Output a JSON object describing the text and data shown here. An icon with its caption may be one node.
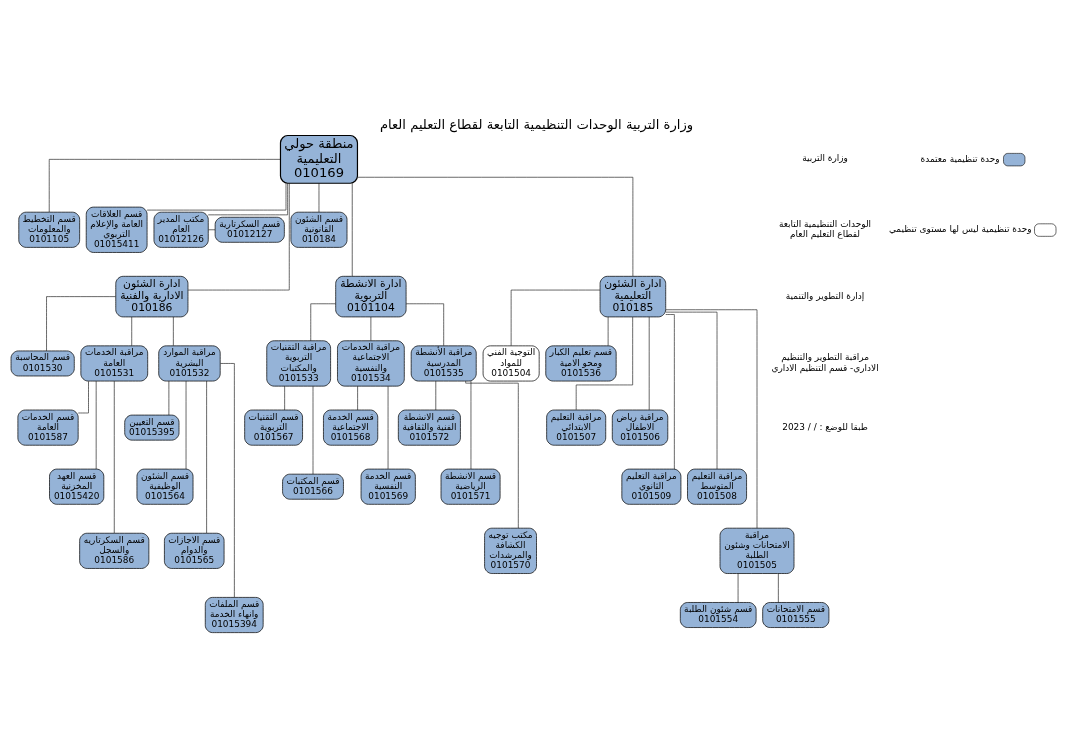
{
  "diagram": {
    "title": "وزارة التربية الوحدات التنظيمية التابعة لقطاع التعليم العام",
    "nodes": [
      {
        "text": [
          "منطقة حولي التعليمية",
          "010169"
        ]
      },
      {
        "text": [
          "قسم التخطيط والمعلومات",
          "0101105"
        ]
      },
      {
        "text": [
          "قسم العلاقات العامة والإعلام التربوي",
          "01015411"
        ]
      },
      {
        "text": [
          "مكتب المدير العام",
          "01012126"
        ]
      },
      {
        "text": [
          "قسم السكرتارية",
          "01012127"
        ]
      },
      {
        "text": [
          "قسم الشئون القانونية",
          "010184"
        ]
      },
      {
        "text": [
          "ادارة الشئون الادارية والفنية",
          "010186"
        ]
      },
      {
        "text": [
          "ادارة الانشطة التربوية",
          "0101104"
        ]
      },
      {
        "text": [
          "ادارة الشئون التعليمية",
          "010185"
        ]
      },
      {
        "text": [
          "قسم المحاسبة",
          "0101530"
        ]
      },
      {
        "text": [
          "مراقبة الخدمات العامة",
          "0101531"
        ]
      },
      {
        "text": [
          "مراقبة الموارد البشرية",
          "0101532"
        ]
      },
      {
        "text": [
          "قسم الخدمات العامة",
          "0101587"
        ]
      },
      {
        "text": [
          "قسم العهد المخزنية",
          "01015420"
        ]
      },
      {
        "text": [
          "قسم السكرتاريه والسجل",
          "0101586"
        ]
      },
      {
        "text": [
          "قسم التعيين",
          "01015395"
        ]
      },
      {
        "text": [
          "قسم الشئون الوظيفية",
          "0101564"
        ]
      },
      {
        "text": [
          "قسم الاجازات والدوام",
          "0101565"
        ]
      },
      {
        "text": [
          "قسم الملفات وانهاء الخدمة",
          "01015394"
        ]
      },
      {
        "text": [
          "مراقبة التقنيات التربوية والمكتبات",
          "0101533"
        ]
      },
      {
        "text": [
          "مراقبة الخدمات الاجتماعية والنفسية",
          "0101534"
        ]
      },
      {
        "text": [
          "مراقبة الأنشطة المدرسية",
          "0101535"
        ]
      },
      {
        "text": [
          "قسم التقنيات التربوية",
          "0101567"
        ]
      },
      {
        "text": [
          "قسم المكتبات",
          "0101566"
        ]
      },
      {
        "text": [
          "قسم الخدمة الاجتماعية",
          "0101568"
        ]
      },
      {
        "text": [
          "قسم الخدمة النفسية",
          "0101569"
        ]
      },
      {
        "text": [
          "قسم الانشطة الفنية والثقافية",
          "0101572"
        ]
      },
      {
        "text": [
          "قسم الانشطة الرياضية",
          "0101571"
        ]
      },
      {
        "text": [
          "مكتب توجيه الكشافة والمرشدات",
          "0101570"
        ]
      },
      {
        "text": [
          "التوجية الفني للمواد",
          "0101504"
        ]
      },
      {
        "text": [
          "قسم تعليم الكبار ومحو الامية",
          "0101536"
        ]
      },
      {
        "text": [
          "مراقبة التعليم الابتدائي",
          "0101507"
        ]
      },
      {
        "text": [
          "مراقبة رياض الاطفال",
          "0101506"
        ]
      },
      {
        "text": [
          "مراقبة التعليم الثانوي",
          "0101509"
        ]
      },
      {
        "text": [
          "مراقبة التعليم المتوسط",
          "0101508"
        ]
      },
      {
        "text": [
          "مراقبة الامتحانات وشئون الطلبة",
          "0101505"
        ]
      },
      {
        "text": [
          "قسم شئون الطلبة",
          "0101554"
        ]
      },
      {
        "text": [
          "قسم الامتحانات",
          "0101555"
        ]
      }
    ],
    "edges": [
      {
        "from": 0,
        "to": 1,
        "arrow": "none"
      },
      {
        "from": 0,
        "to": 2,
        "arrow": "none"
      },
      {
        "from": 0,
        "to": 3,
        "arrow": "none"
      },
      {
        "from": 3,
        "to": 4,
        "arrow": "none"
      },
      {
        "from": 0,
        "to": 5,
        "arrow": "none"
      },
      {
        "from": 0,
        "to": 6,
        "arrow": "none"
      },
      {
        "from": 0,
        "to": 7,
        "arrow": "none"
      },
      {
        "from": 0,
        "to": 8,
        "arrow": "none"
      },
      {
        "from": 6,
        "to": 9,
        "arrow": "none"
      },
      {
        "from": 6,
        "to": 10,
        "arrow": "none"
      },
      {
        "from": 6,
        "to": 11,
        "arrow": "none"
      },
      {
        "from": 10,
        "to": 12,
        "arrow": "none"
      },
      {
        "from": 10,
        "to": 13,
        "arrow": "none"
      },
      {
        "from": 10,
        "to": 14,
        "arrow": "none"
      },
      {
        "from": 11,
        "to": 15,
        "arrow": "none"
      },
      {
        "from": 11,
        "to": 16,
        "arrow": "none"
      },
      {
        "from": 11,
        "to": 17,
        "arrow": "none"
      },
      {
        "from": 11,
        "to": 18,
        "arrow": "none"
      },
      {
        "from": 7,
        "to": 19,
        "arrow": "none"
      },
      {
        "from": 7,
        "to": 20,
        "arrow": "none"
      },
      {
        "from": 7,
        "to": 21,
        "arrow": "none"
      },
      {
        "from": 19,
        "to": 22,
        "arrow": "none"
      },
      {
        "from": 19,
        "to": 23,
        "arrow": "none"
      },
      {
        "from": 20,
        "to": 24,
        "arrow": "none"
      },
      {
        "from": 20,
        "to": 25,
        "arrow": "none"
      },
      {
        "from": 21,
        "to": 26,
        "arrow": "none"
      },
      {
        "from": 21,
        "to": 27,
        "arrow": "none"
      },
      {
        "from": 21,
        "to": 28,
        "arrow": "none"
      },
      {
        "from": 8,
        "to": 29,
        "arrow": "none"
      },
      {
        "from": 8,
        "to": 30,
        "arrow": "none"
      },
      {
        "from": 8,
        "to": 31,
        "arrow": "none"
      },
      {
        "from": 8,
        "to": 32,
        "arrow": "none"
      },
      {
        "from": 8,
        "to": 33,
        "arrow": "none"
      },
      {
        "from": 8,
        "to": 34,
        "arrow": "none"
      },
      {
        "from": 8,
        "to": 35,
        "arrow": "none"
      },
      {
        "from": 35,
        "to": 36,
        "arrow": "none"
      },
      {
        "from": 35,
        "to": 37,
        "arrow": "none"
      }
    ],
    "labels": [
      "وزارة التربية",
      "الوحدات التنظيمية التابعة لقطاع التعليم العام",
      "إدارة التطوير والتنمية",
      "مراقبة التطوير والتنظيم الاداري- قسم التنظيم الاداري",
      "طبقا للوضع : / / 2023"
    ],
    "legend": [
      {
        "text": "وحدة تنظيمية معتمدة",
        "color": "#95b3d7"
      },
      {
        "text": "وحدة تنظيمية ليس لها مستوى تنظيمي",
        "color": "#ffffff"
      }
    ]
  }
}
